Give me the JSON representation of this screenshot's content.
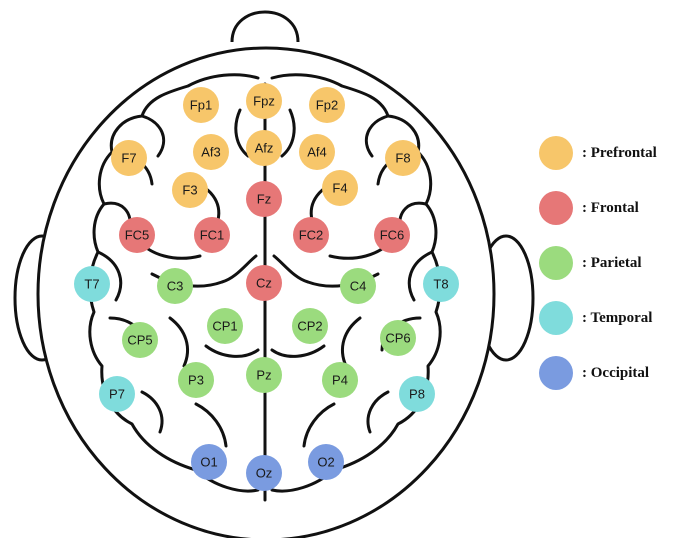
{
  "colors": {
    "prefrontal": "#F7C66A",
    "frontal": "#E67777",
    "parietal": "#9BDB7E",
    "temporal": "#7FDCDC",
    "occipital": "#7A9BE0"
  },
  "electrodes": [
    {
      "label": "Fp1",
      "region": "prefrontal"
    },
    {
      "label": "Fpz",
      "region": "prefrontal"
    },
    {
      "label": "Fp2",
      "region": "prefrontal"
    },
    {
      "label": "F7",
      "region": "prefrontal"
    },
    {
      "label": "Af3",
      "region": "prefrontal"
    },
    {
      "label": "Afz",
      "region": "prefrontal"
    },
    {
      "label": "Af4",
      "region": "prefrontal"
    },
    {
      "label": "F8",
      "region": "prefrontal"
    },
    {
      "label": "F3",
      "region": "prefrontal"
    },
    {
      "label": "F4",
      "region": "prefrontal"
    },
    {
      "label": "Fz",
      "region": "frontal"
    },
    {
      "label": "FC5",
      "region": "frontal"
    },
    {
      "label": "FC1",
      "region": "frontal"
    },
    {
      "label": "FC2",
      "region": "frontal"
    },
    {
      "label": "FC6",
      "region": "frontal"
    },
    {
      "label": "Cz",
      "region": "frontal"
    },
    {
      "label": "T7",
      "region": "temporal"
    },
    {
      "label": "T8",
      "region": "temporal"
    },
    {
      "label": "C3",
      "region": "parietal"
    },
    {
      "label": "C4",
      "region": "parietal"
    },
    {
      "label": "CP5",
      "region": "parietal"
    },
    {
      "label": "CP1",
      "region": "parietal"
    },
    {
      "label": "CP2",
      "region": "parietal"
    },
    {
      "label": "CP6",
      "region": "parietal"
    },
    {
      "label": "Pz",
      "region": "parietal"
    },
    {
      "label": "P3",
      "region": "parietal"
    },
    {
      "label": "P4",
      "region": "parietal"
    },
    {
      "label": "P7",
      "region": "temporal"
    },
    {
      "label": "P8",
      "region": "temporal"
    },
    {
      "label": "O1",
      "region": "occipital"
    },
    {
      "label": "Oz",
      "region": "occipital"
    },
    {
      "label": "O2",
      "region": "occipital"
    }
  ],
  "legend": [
    {
      "label": ": Prefrontal",
      "region": "prefrontal"
    },
    {
      "label": ": Frontal",
      "region": "frontal"
    },
    {
      "label": ":  Parietal",
      "region": "parietal"
    },
    {
      "label": ":  Temporal",
      "region": "temporal"
    },
    {
      "label": ":  Occipital",
      "region": "occipital"
    }
  ]
}
